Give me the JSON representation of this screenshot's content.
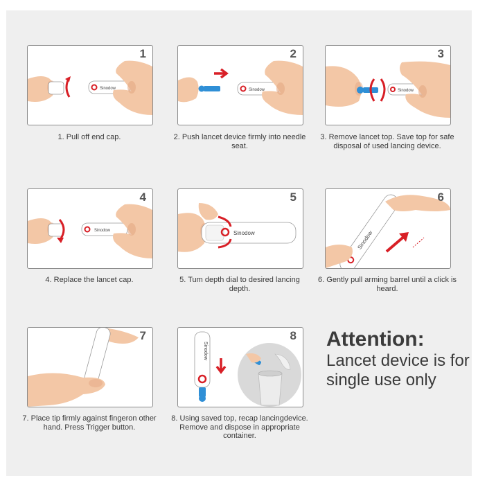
{
  "steps": [
    {
      "num": "1",
      "caption": "1. Pull off end cap."
    },
    {
      "num": "2",
      "caption": "2. Push lancet device firmly into needle seat."
    },
    {
      "num": "3",
      "caption": "3. Remove lancet top. Save top for safe disposal of used lancing device."
    },
    {
      "num": "4",
      "caption": "4. Replace the lancet cap."
    },
    {
      "num": "5",
      "caption": "5. Tum depth dial to desired lancing depth."
    },
    {
      "num": "6",
      "caption": "6. Gently pull arming barrel until a click is heard."
    },
    {
      "num": "7",
      "caption": "7. Place tip firmly against fingeron other hand. Press Trigger button."
    },
    {
      "num": "8",
      "caption": "8. Using saved top, recap lancingdevice. Remove and dispose in appropriate container."
    }
  ],
  "brand": "Sinodow",
  "attention": {
    "title": "Attention:",
    "body": "Lancet device is for single use only"
  },
  "colors": {
    "skin": "#f3c7a6",
    "skin_shade": "#e5a883",
    "accent": "#d81f26",
    "lancet": "#2f8fd6",
    "device": "#ffffff",
    "panel_border": "#8a8a8a"
  }
}
